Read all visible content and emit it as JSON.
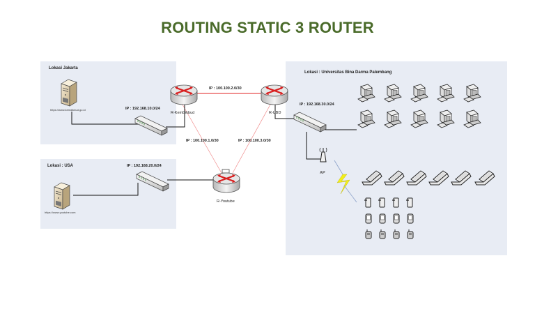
{
  "title": "ROUTING STATIC 3 ROUTER",
  "colors": {
    "title": "#4a6b2a",
    "zone_bg": "#e8ecf4",
    "router_link": "#e02020",
    "cable": "#111111",
    "lightning": "#f2ee1a"
  },
  "zones": {
    "jakarta": {
      "label": "Lokasi Jakarta",
      "network": "IP : 192.168.10.0/24",
      "server_url": "https://www.kemdikbud.go.id"
    },
    "usa": {
      "label": "Lokasi : USA",
      "network": "IP : 192.168.20.0/24",
      "server_url": "https://www.youtube.com"
    },
    "ubd": {
      "label": "Lokasi : Universitas Bina Darma Palembang",
      "network": "IP : 192.168.30.0/24",
      "ap_label": "AP"
    }
  },
  "routers": [
    {
      "name": "R-KemDikbud"
    },
    {
      "name": "R-UBD"
    },
    {
      "name": "R-Youtube"
    }
  ],
  "links": [
    {
      "from": "R-KemDikbud",
      "to": "R-UBD",
      "label": "IP : 100.100.2.0/30"
    },
    {
      "from": "R-KemDikbud",
      "to": "R-Youtube",
      "label": "IP : 100.100.1.0/30"
    },
    {
      "from": "R-UBD",
      "to": "R-Youtube",
      "label": "IP : 100.100.3.0/30"
    }
  ],
  "devices": {
    "desktops": 10,
    "laptops": 6,
    "tablets": 4,
    "pdas": 4,
    "phones": 4
  }
}
